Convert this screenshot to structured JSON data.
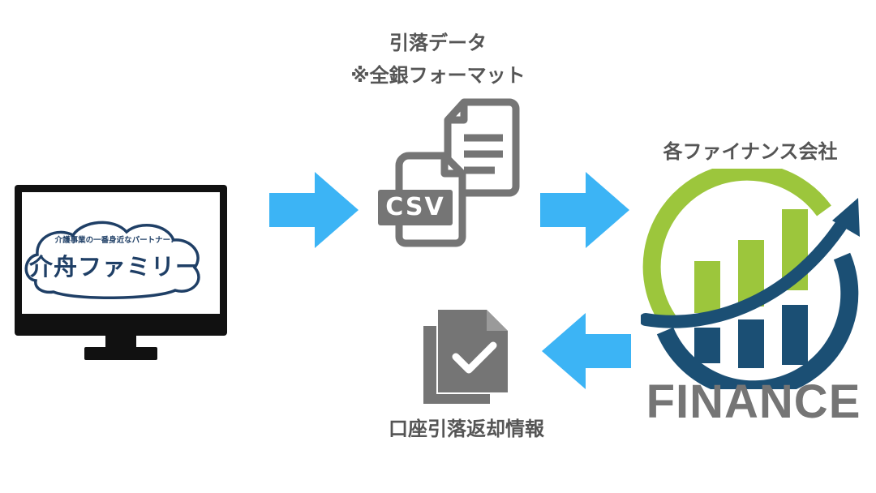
{
  "monitor": {
    "tagline": "介護事業の一番身近なパートナー!",
    "brand": "介舟ファミリー"
  },
  "csv_file": {
    "title_line1": "引落データ",
    "title_line2": "※全銀フォーマット",
    "badge": "CSV"
  },
  "finance": {
    "title": "各ファイナンス会社",
    "logo_text": "FINANCE"
  },
  "return_docs": {
    "title": "口座引落返却情報"
  },
  "colors": {
    "arrow": "#3cb4f5",
    "icon_gray": "#757575",
    "finance_green": "#9cc63c",
    "finance_navy": "#1b4f74",
    "text_gray": "#555555"
  }
}
